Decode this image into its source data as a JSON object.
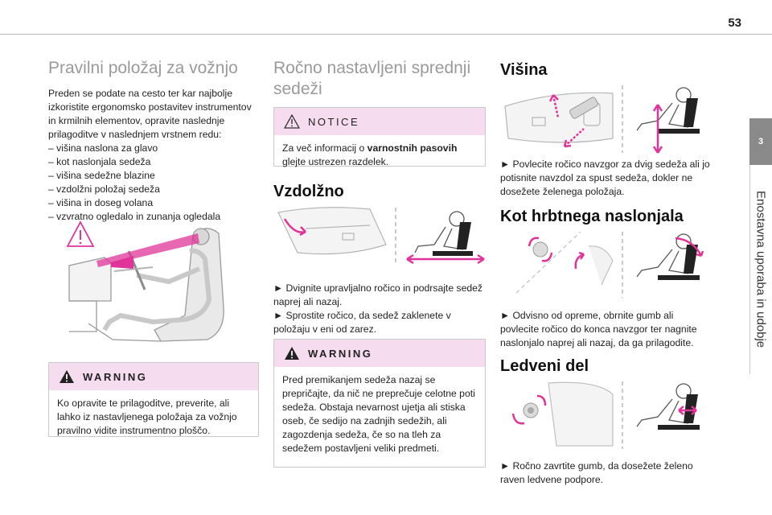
{
  "page": {
    "number": "53"
  },
  "side_tab": {
    "number": "3",
    "title": "Enostavna uporaba in udobje"
  },
  "col1": {
    "title": "Pravilni položaj za vožnjo",
    "intro": "Preden se podate na cesto ter kar najbolje izkoristite ergonomsko postavitev instrumentov in krmilnih elementov, opravite naslednje prilagoditve v naslednjem vrstnem redu:",
    "list": [
      "višina naslona za glavo",
      "kot naslonjala sedeža",
      "višina sedežne blazine",
      "vzdolžni položaj sedeža",
      "višina in doseg volana",
      "vzvratno ogledalo in zunanja ogledala"
    ],
    "warning": {
      "label": "WARNING",
      "text": "Ko opravite te prilagoditve, preverite, ali lahko iz nastavljenega položaja za vožnjo pravilno vidite instrumentno ploščo."
    }
  },
  "col2": {
    "title": "Ročno nastavljeni sprednji sedeži",
    "notice": {
      "label": "NOTICE",
      "text_before": "Za več informacij o ",
      "text_bold": "varnostnih pasovih",
      "text_after": " glejte ustrezen razdelek."
    },
    "vzdolzno": {
      "title": "Vzdolžno",
      "step1": "► Dvignite upravljalno ročico in podrsajte sedež naprej ali nazaj.",
      "step2": "► Sprostite ročico, da sedež zaklenete v položaju v eni od zarez."
    },
    "warning": {
      "label": "WARNING",
      "text": "Pred premikanjem sedeža nazaj se prepričajte, da nič ne preprečuje celotne poti sedeža. Obstaja nevarnost ujetja ali stiska oseb, če sedijo na zadnjih sedežih, ali zagozdenja sedeža, če so na tleh za sedežem postavljeni veliki predmeti."
    }
  },
  "col3": {
    "visina": {
      "title": "Višina",
      "text": "► Povlecite ročico navzgor za dvig sedeža ali jo potisnite navzdol za spust sedeža, dokler ne dosežete želenega položaja."
    },
    "kot": {
      "title": "Kot hrbtnega naslonjala",
      "text": "► Odvisno od opreme, obrnite gumb ali povlecite ročico do konca navzgor ter nagnite naslonjalo naprej ali nazaj, da ga prilagodite."
    },
    "ledveni": {
      "title": "Ledveni del",
      "text": "► Ročno zavrtite gumb, da dosežete želeno raven ledvene podpore."
    }
  },
  "colors": {
    "accent": "#e0349a",
    "notice_bg": "#f5dcef",
    "rule": "#c9c9c9",
    "title_gray": "#9a9a9a"
  }
}
